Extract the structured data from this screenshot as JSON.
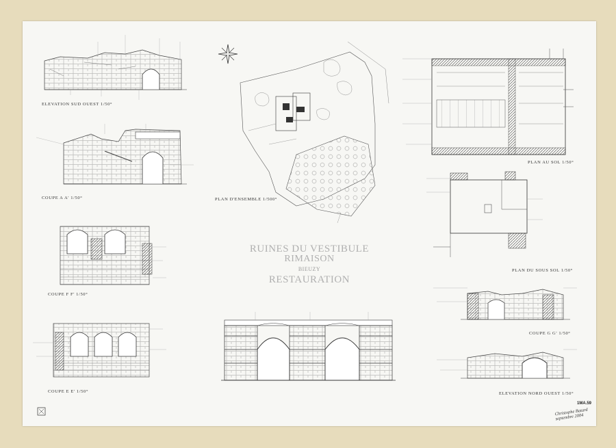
{
  "sheet": {
    "title_line1": "RUINES DU VESTIBULE",
    "title_line2": "RIMAISON",
    "location": "BIEUZY",
    "subtitle": "RESTAURATION",
    "stamp": "1MA.59",
    "signature": [
      "Christophe Batard",
      "septembre 2004"
    ]
  },
  "drawings": {
    "elevation_sud_ouest": "ELEVATION SUD OUEST  1/50°",
    "coupe_aa": "COUPE A A'  1/50°",
    "coupe_ff": "COUPE F F'  1/50°",
    "coupe_ee": "COUPE E E'  1/50°",
    "plan_ensemble": "PLAN D'ENSEMBLE   1/500°",
    "plan_au_sol": "PLAN AU SOL  1/50°",
    "plan_sous_sol": "PLAN DU SOUS SOL  1/50°",
    "coupe_gg": "COUPE G G'  1/50°",
    "elevation_nord_ouest": "ELEVATION NORD OUEST  1/50°"
  },
  "colors": {
    "paper": "#f7f7f4",
    "backing": "#e7dcbc",
    "ink": "#333333",
    "title": "#b0b0b0"
  }
}
